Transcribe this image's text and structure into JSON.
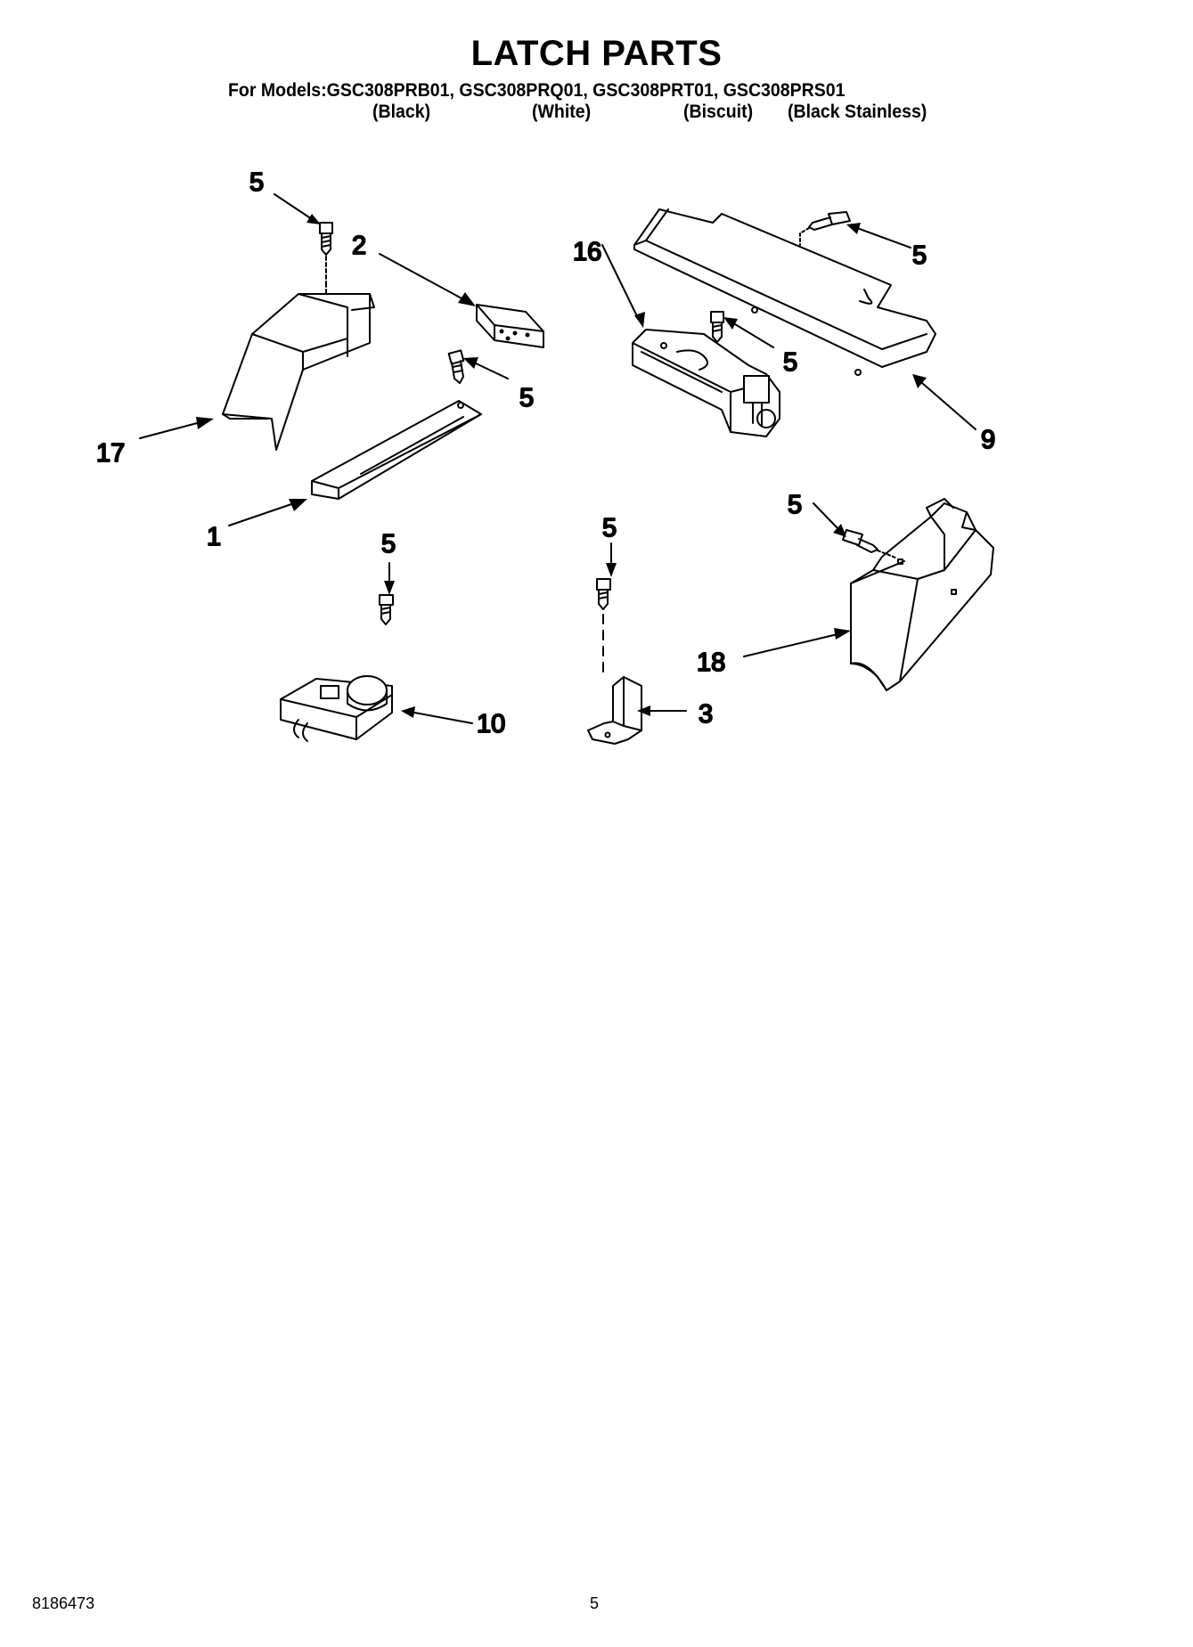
{
  "header": {
    "title": "LATCH PARTS",
    "models": "For Models:GSC308PRB01, GSC308PRQ01, GSC308PRT01, GSC308PRS01",
    "colors": [
      "(Black)",
      "(White)",
      "(Biscuit)",
      "(Black Stainless)"
    ]
  },
  "callouts": {
    "c17": "17",
    "c1": "1",
    "c2": "2",
    "c5a": "5",
    "c5b": "5",
    "c5c": "5",
    "c5d": "5",
    "c5e": "5",
    "c5f": "5",
    "c5g": "5",
    "c16": "16",
    "c9": "9",
    "c18": "18",
    "c10": "10",
    "c3": "3"
  },
  "footer": {
    "doc_number": "8186473",
    "page_number": "5"
  }
}
